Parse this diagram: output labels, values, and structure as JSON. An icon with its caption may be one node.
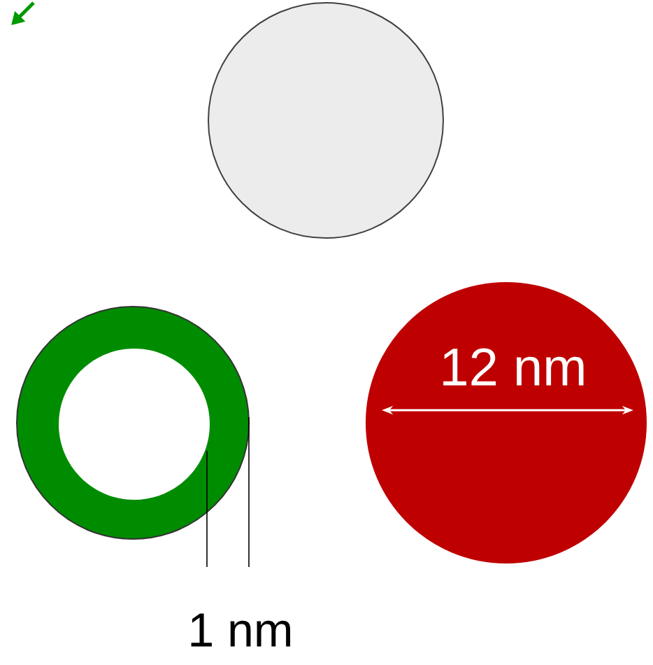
{
  "diagram": {
    "nodes": [
      {
        "text": [],
        "shape": "circle"
      },
      {
        "text": [],
        "shape": "circle"
      },
      {
        "text": [
          "12 nm"
        ]
      }
    ],
    "labels": [
      "1 nm"
    ]
  }
}
